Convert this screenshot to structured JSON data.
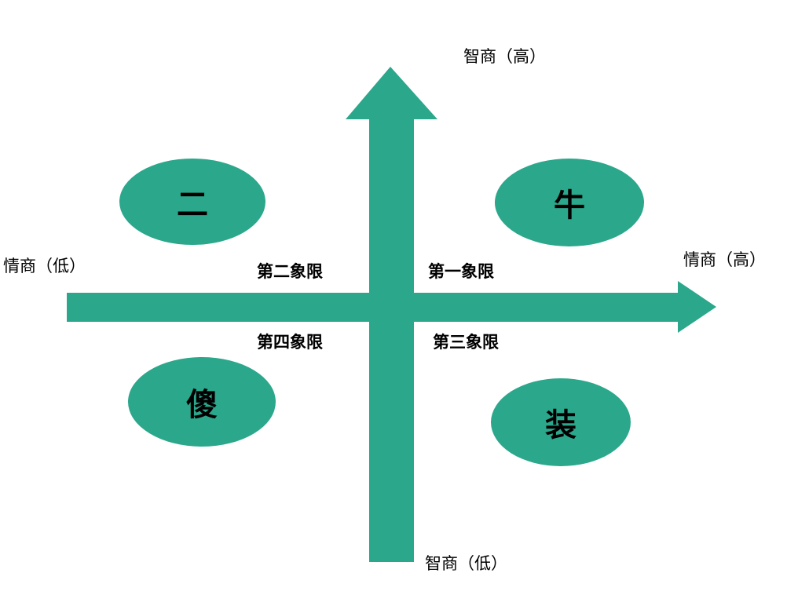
{
  "diagram": {
    "colors": {
      "shape": "#2ba78b"
    },
    "axes": {
      "y_top": "智商（高）",
      "y_bottom": "智商（低）",
      "x_left": "情商（低）",
      "x_right": "情商（高）"
    },
    "quadrants": {
      "q2": "第二象限",
      "q1": "第一象限",
      "q4": "第四象限",
      "q3": "第三象限"
    },
    "bubbles": {
      "top_left": "二",
      "top_right": "牛",
      "bottom_left": "傻",
      "bottom_right": "装"
    }
  }
}
